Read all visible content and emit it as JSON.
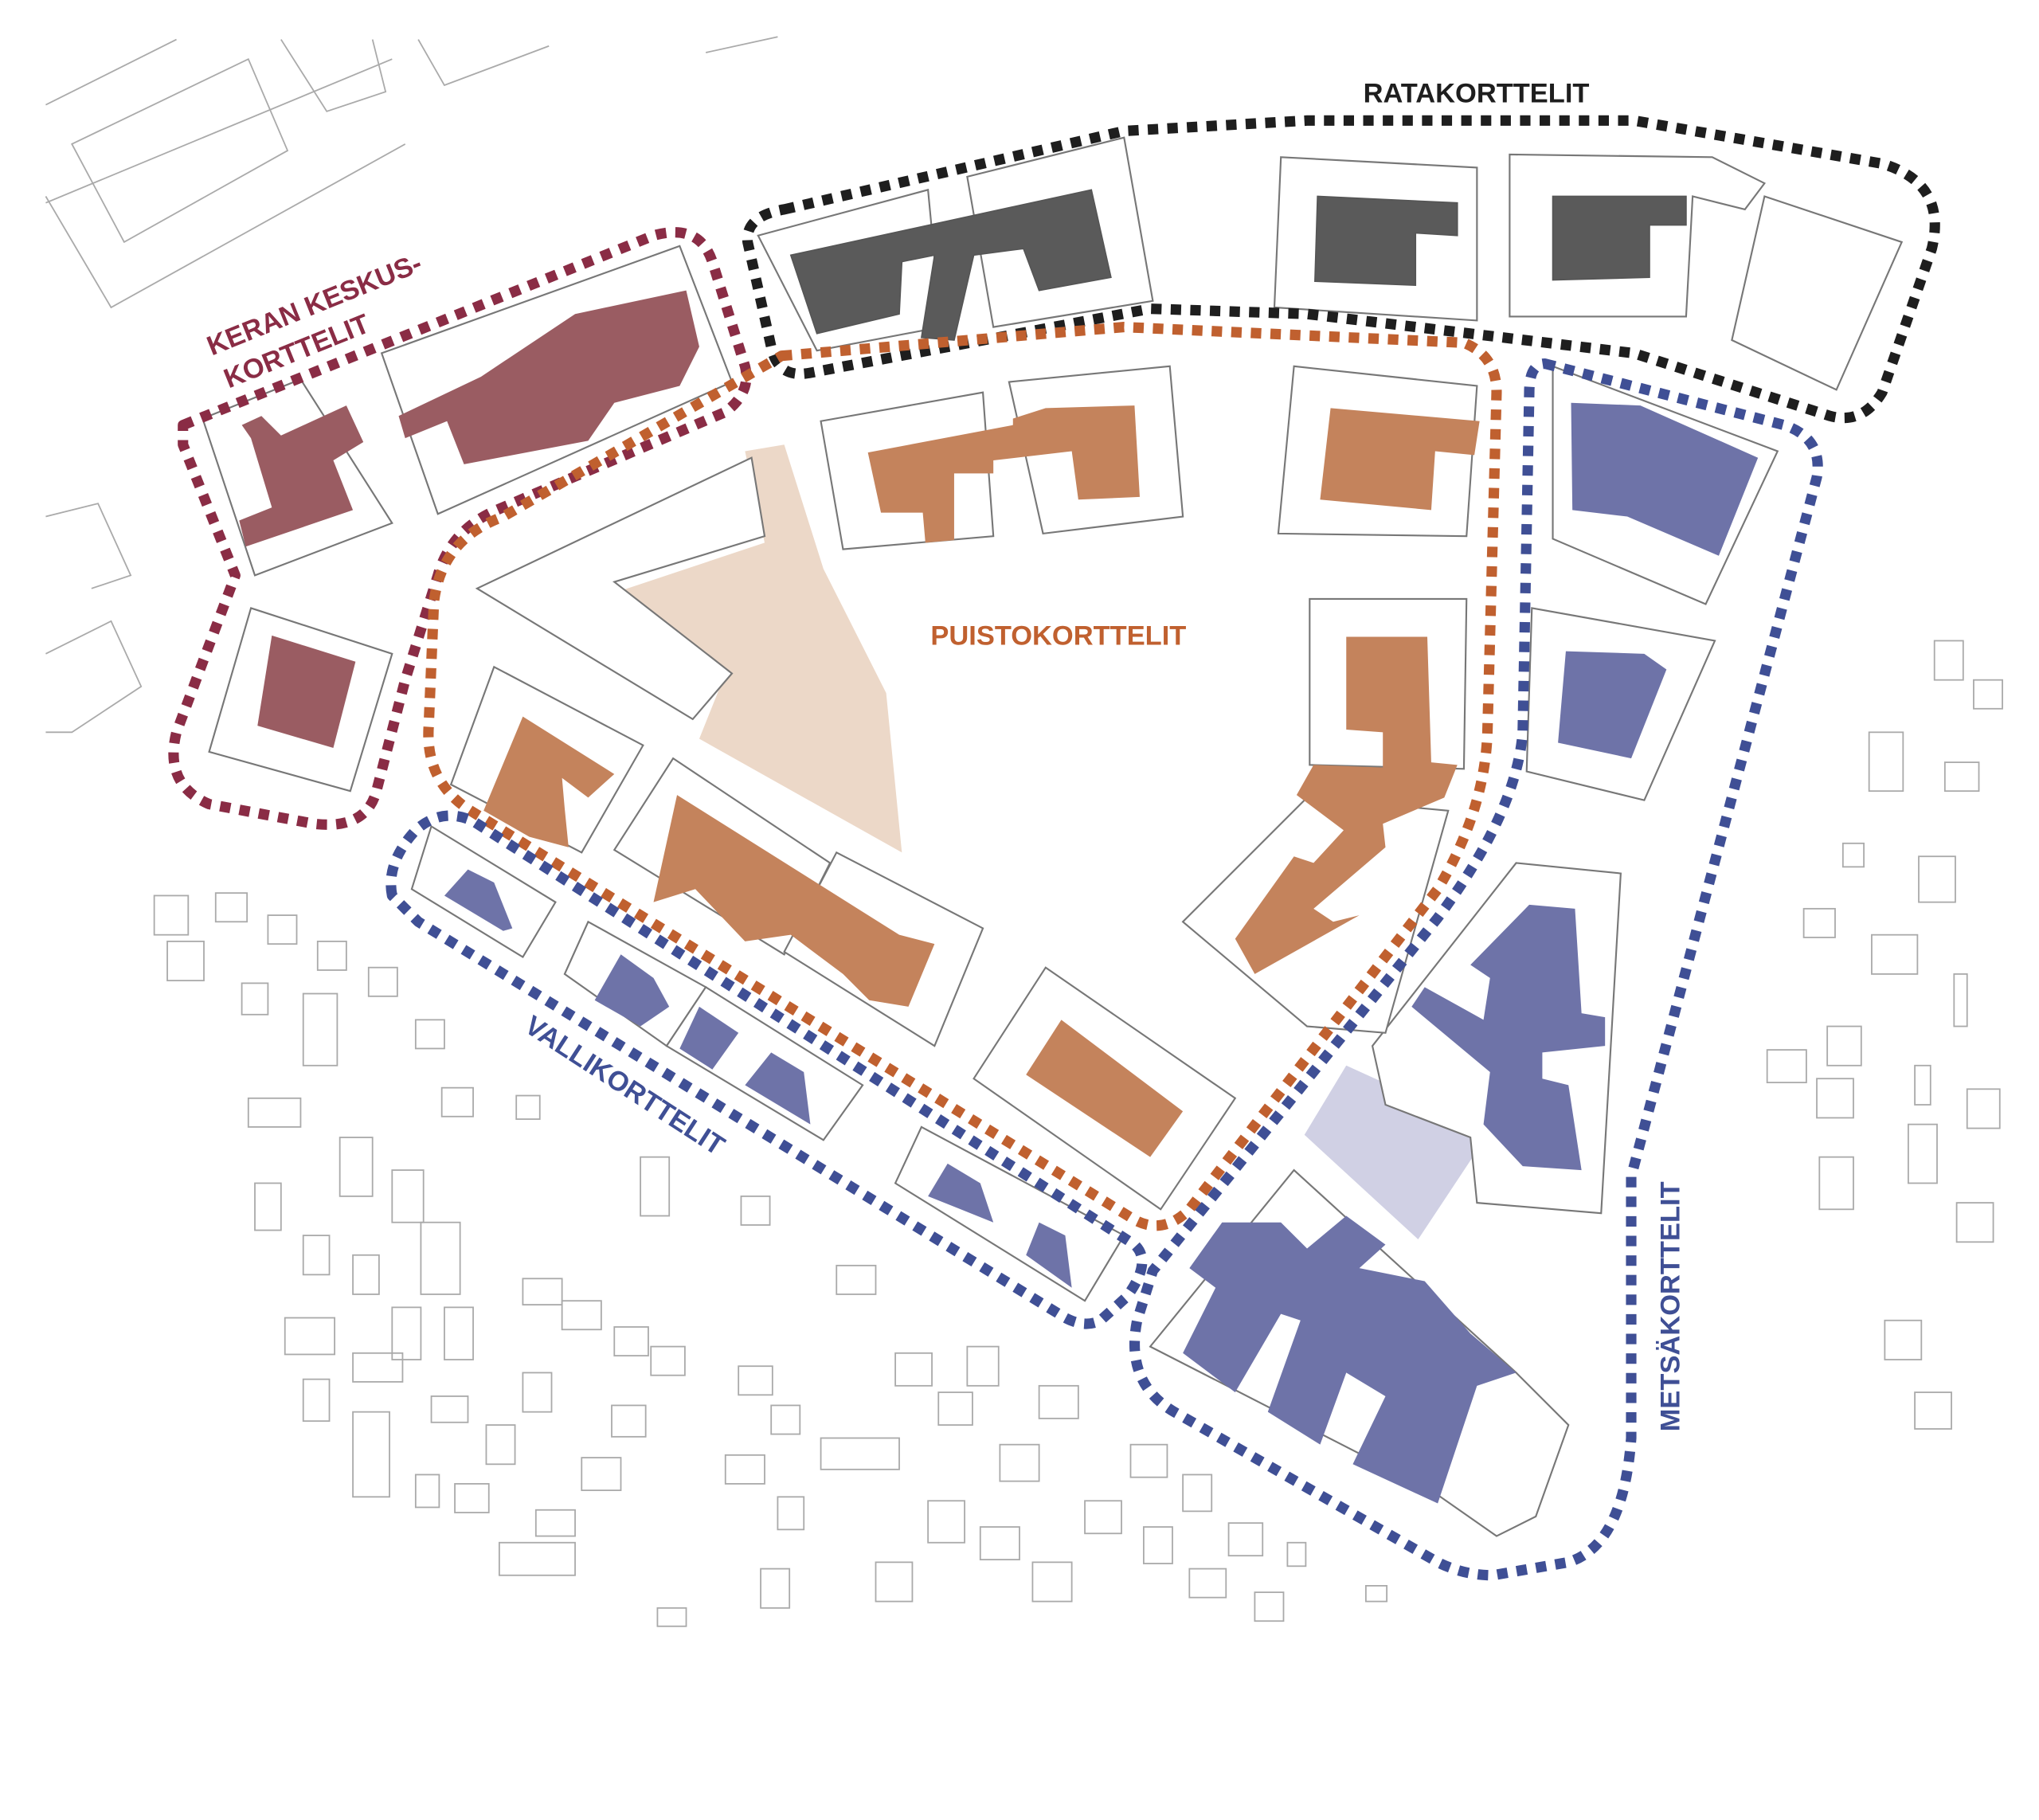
{
  "map": {
    "zones": [
      {
        "id": "rata",
        "label": "RATAKORTTELIT",
        "color": "#1e1e1e",
        "fill": "#5a5a5a"
      },
      {
        "id": "keran",
        "label_line1": "KERAN KESKUS-",
        "label_line2": "KORTTELIT",
        "color": "#8a2c45",
        "fill": "#9a5c62"
      },
      {
        "id": "puisto",
        "label": "PUISTOKORTTELIT",
        "color": "#c0602f",
        "fill": "#c4835c"
      },
      {
        "id": "valli",
        "label": "VALLIKORTTELIT",
        "color": "#3f4f95",
        "fill": "#6e73a8"
      },
      {
        "id": "metsa",
        "label": "METSÄKORTTELIT",
        "color": "#3f4f95",
        "fill": "#6e73a8"
      }
    ],
    "park_color": "#ecd8c8",
    "square_color": "#d0d0e4"
  }
}
